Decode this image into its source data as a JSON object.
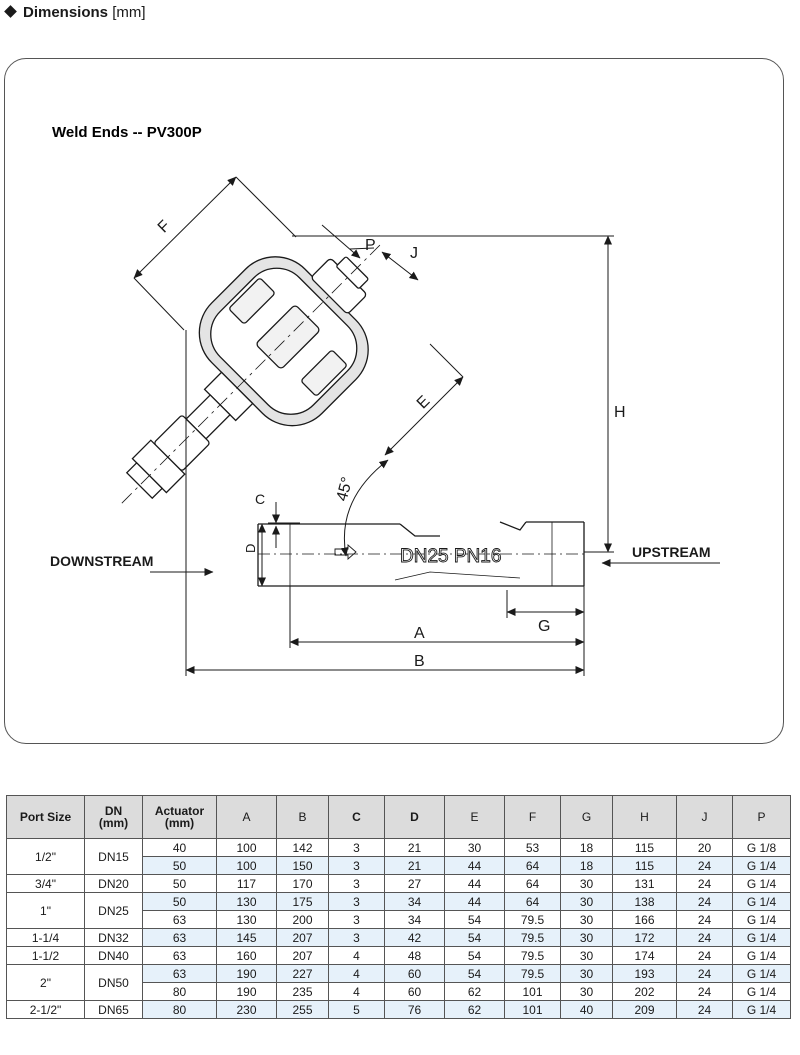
{
  "section": {
    "title": "Dimensions",
    "unit": "[mm]"
  },
  "drawing": {
    "title": "Weld Ends -- PV300P",
    "downstream": "DOWNSTREAM",
    "upstream": "UPSTREAM",
    "valve_marking": "DN25  PN16",
    "angle": "45°",
    "dims": {
      "A": "A",
      "B": "B",
      "C": "C",
      "D": "D",
      "E": "E",
      "F": "F",
      "G": "G",
      "H": "H",
      "J": "J",
      "P": "P"
    }
  },
  "table": {
    "headers": [
      "Port Size",
      "DN\n(mm)",
      "Actuator\n(mm)",
      "A",
      "B",
      "C",
      "D",
      "E",
      "F",
      "G",
      "H",
      "J",
      "P"
    ],
    "groups": [
      {
        "port": "1/2\"",
        "dn": "DN15",
        "rows": [
          [
            "40",
            "100",
            "142",
            "3",
            "21",
            "30",
            "53",
            "18",
            "115",
            "20",
            "G 1/8"
          ],
          [
            "50",
            "100",
            "150",
            "3",
            "21",
            "44",
            "64",
            "18",
            "115",
            "24",
            "G 1/4"
          ]
        ]
      },
      {
        "port": "3/4\"",
        "dn": "DN20",
        "rows": [
          [
            "50",
            "117",
            "170",
            "3",
            "27",
            "44",
            "64",
            "30",
            "131",
            "24",
            "G 1/4"
          ]
        ]
      },
      {
        "port": "1\"",
        "dn": "DN25",
        "rows": [
          [
            "50",
            "130",
            "175",
            "3",
            "34",
            "44",
            "64",
            "30",
            "138",
            "24",
            "G 1/4"
          ],
          [
            "63",
            "130",
            "200",
            "3",
            "34",
            "54",
            "79.5",
            "30",
            "166",
            "24",
            "G 1/4"
          ]
        ]
      },
      {
        "port": "1-1/4",
        "dn": "DN32",
        "rows": [
          [
            "63",
            "145",
            "207",
            "3",
            "42",
            "54",
            "79.5",
            "30",
            "172",
            "24",
            "G 1/4"
          ]
        ]
      },
      {
        "port": "1-1/2",
        "dn": "DN40",
        "rows": [
          [
            "63",
            "160",
            "207",
            "4",
            "48",
            "54",
            "79.5",
            "30",
            "174",
            "24",
            "G 1/4"
          ]
        ]
      },
      {
        "port": "2\"",
        "dn": "DN50",
        "rows": [
          [
            "63",
            "190",
            "227",
            "4",
            "60",
            "54",
            "79.5",
            "30",
            "193",
            "24",
            "G 1/4"
          ],
          [
            "80",
            "190",
            "235",
            "4",
            "60",
            "62",
            "101",
            "30",
            "202",
            "24",
            "G 1/4"
          ]
        ]
      },
      {
        "port": "2-1/2\"",
        "dn": "DN65",
        "rows": [
          [
            "80",
            "230",
            "255",
            "5",
            "76",
            "62",
            "101",
            "40",
            "209",
            "24",
            "G 1/4"
          ]
        ]
      }
    ]
  }
}
